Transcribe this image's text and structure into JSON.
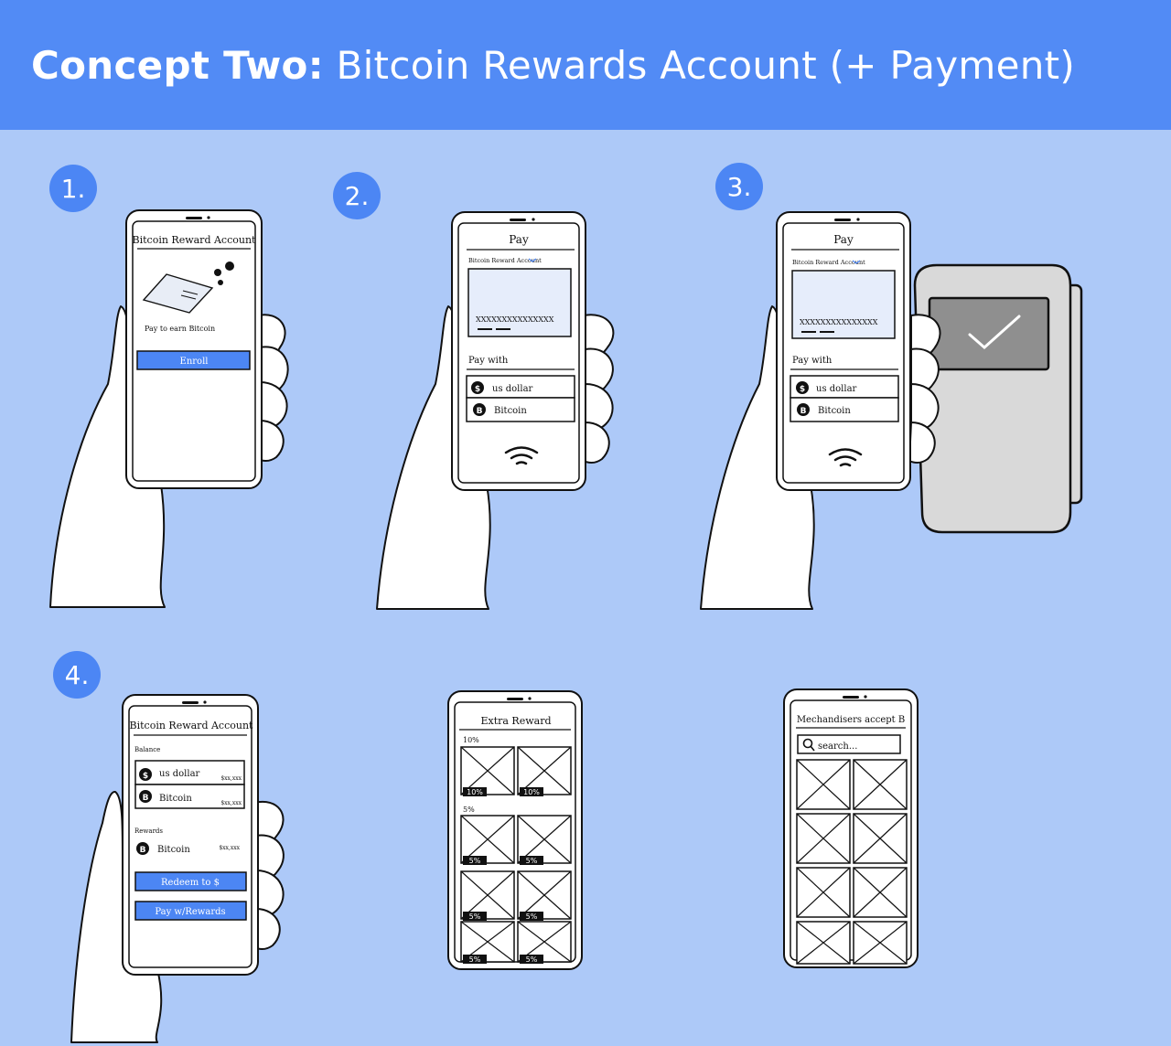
{
  "header": {
    "title_bold": "Concept Two:",
    "title_rest": "Bitcoin Rewards Account (+ Payment)",
    "background_color": "#528bf5"
  },
  "canvas": {
    "background_color": "#adc9f8",
    "accent_color": "#4c86f4"
  },
  "steps": [
    {
      "badge": "1."
    },
    {
      "badge": "2."
    },
    {
      "badge": "3."
    },
    {
      "badge": "4."
    }
  ],
  "screen1": {
    "title": "Bitcoin Reward Account",
    "caption": "Pay to earn Bitcoin",
    "button": "Enroll"
  },
  "screen2": {
    "title": "Pay",
    "account_select": "Bitcoin Reward Account",
    "card_number": "XXXXXXXXXXXXXXX",
    "pay_with_label": "Pay with",
    "options": [
      {
        "icon": "dollar-icon",
        "glyph": "$",
        "label": "us dollar"
      },
      {
        "icon": "bitcoin-icon",
        "glyph": "B",
        "label": "Bitcoin"
      }
    ],
    "nfc_icon": "contactless-icon"
  },
  "screen3": {
    "title": "Pay",
    "account_select": "Bitcoin Reward Account",
    "card_number": "XXXXXXXXXXXXXXX",
    "pay_with_label": "Pay with",
    "options": [
      {
        "icon": "dollar-icon",
        "glyph": "$",
        "label": "us dollar"
      },
      {
        "icon": "bitcoin-icon",
        "glyph": "B",
        "label": "Bitcoin"
      }
    ],
    "terminal_icon": "checkmark-icon"
  },
  "screen4": {
    "title": "Bitcoin Reward Account",
    "balance_label": "Balance",
    "balances": [
      {
        "icon": "dollar-icon",
        "glyph": "$",
        "label": "us dollar",
        "amount": "$xx,xxx"
      },
      {
        "icon": "bitcoin-icon",
        "glyph": "B",
        "label": "Bitcoin",
        "amount": "$xx,xxx"
      }
    ],
    "rewards_label": "Rewards",
    "rewards": [
      {
        "icon": "bitcoin-icon",
        "glyph": "B",
        "label": "Bitcoin",
        "amount": "$xx,xxx"
      }
    ],
    "buttons": [
      "Redeem to $",
      "Pay w/Rewards"
    ]
  },
  "screen5": {
    "title": "Extra Reward",
    "sections": [
      {
        "label": "10%",
        "tags": [
          "10%",
          "10%"
        ]
      },
      {
        "label": "5%",
        "tags": [
          "5%",
          "5%"
        ]
      },
      {
        "label": "",
        "tags": [
          "5%",
          "5%"
        ]
      },
      {
        "label": "",
        "tags": [
          "5%",
          "5%"
        ]
      }
    ]
  },
  "screen6": {
    "title": "Mechandisers accept B",
    "search_placeholder": "search...",
    "search_icon": "search-icon",
    "tile_rows": 4
  }
}
